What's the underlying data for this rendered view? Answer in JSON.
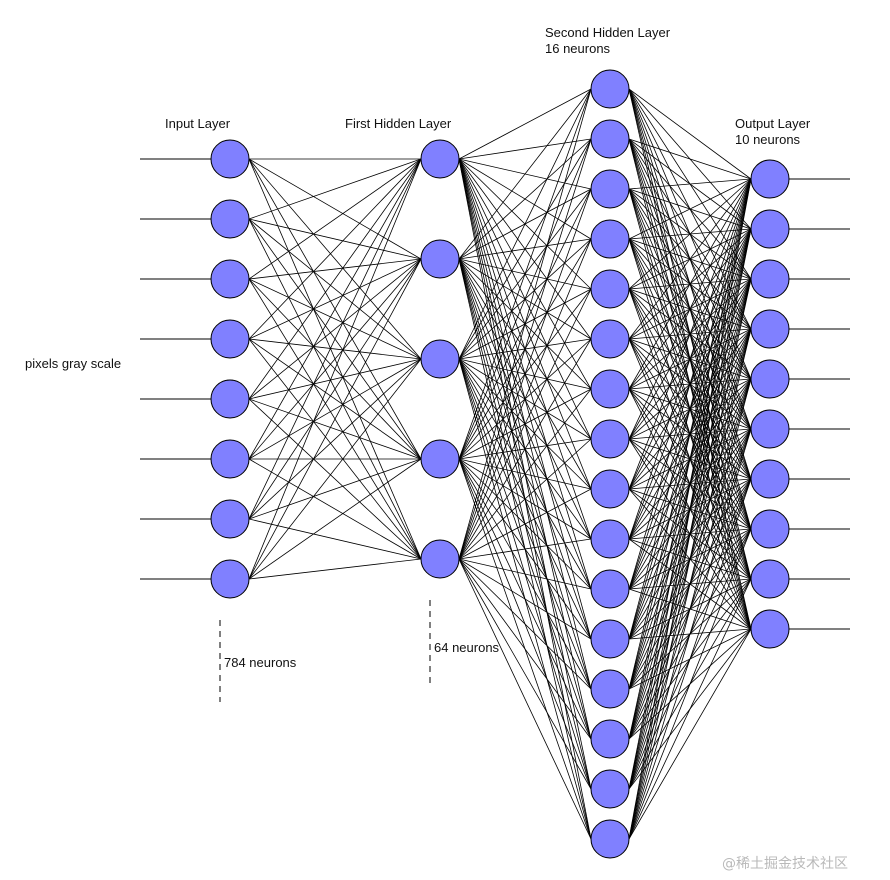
{
  "labels": {
    "input_title": "Input Layer",
    "first_hidden_title": "First Hidden Layer",
    "second_hidden_title": "Second Hidden Layer",
    "second_hidden_count": "16 neurons",
    "output_title": "Output Layer",
    "output_count": "10 neurons",
    "input_side": "pixels gray scale",
    "input_count": "784 neurons",
    "first_hidden_count": "64 neurons"
  },
  "layers": [
    {
      "id": "input",
      "drawn_neurons": 8
    },
    {
      "id": "first_hidden",
      "drawn_neurons": 5
    },
    {
      "id": "second_hidden",
      "drawn_neurons": 16
    },
    {
      "id": "output",
      "drawn_neurons": 10
    }
  ],
  "colors": {
    "neuron_fill": "#8080ff",
    "stroke": "#000000",
    "watermark": "#b9b9b9"
  },
  "watermark": "@稀土掘金技术社区"
}
